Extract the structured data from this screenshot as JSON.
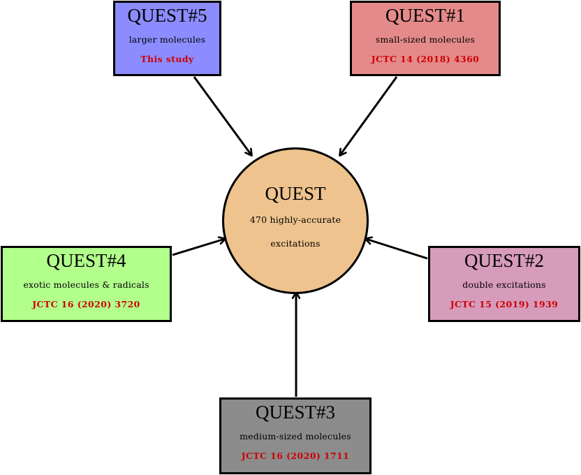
{
  "colors": {
    "text": "#000000",
    "reference": "#cc0000",
    "center_fill": "#eec38e",
    "quest1_fill": "#e58a8a",
    "quest2_fill": "#d79bbb",
    "quest3_fill": "#8c8c8c",
    "quest4_fill": "#b2ff8c",
    "quest5_fill": "#8c8cff"
  },
  "center": {
    "title": "QUEST",
    "description": "470 highly-accurate excitations"
  },
  "nodes": [
    {
      "id": "q5",
      "title": "QUEST#5",
      "subtitle": "larger molecules",
      "reference": "This study"
    },
    {
      "id": "q1",
      "title": "QUEST#1",
      "subtitle": "small-sized molecules",
      "reference": "JCTC 14 (2018) 4360"
    },
    {
      "id": "q4",
      "title": "QUEST#4",
      "subtitle": "exotic molecules & radicals",
      "reference": "JCTC 16 (2020) 3720"
    },
    {
      "id": "q2",
      "title": "QUEST#2",
      "subtitle": "double excitations",
      "reference": "JCTC 15 (2019) 1939"
    },
    {
      "id": "q3",
      "title": "QUEST#3",
      "subtitle": "medium-sized molecules",
      "reference": "JCTC 16 (2020) 1711"
    }
  ]
}
